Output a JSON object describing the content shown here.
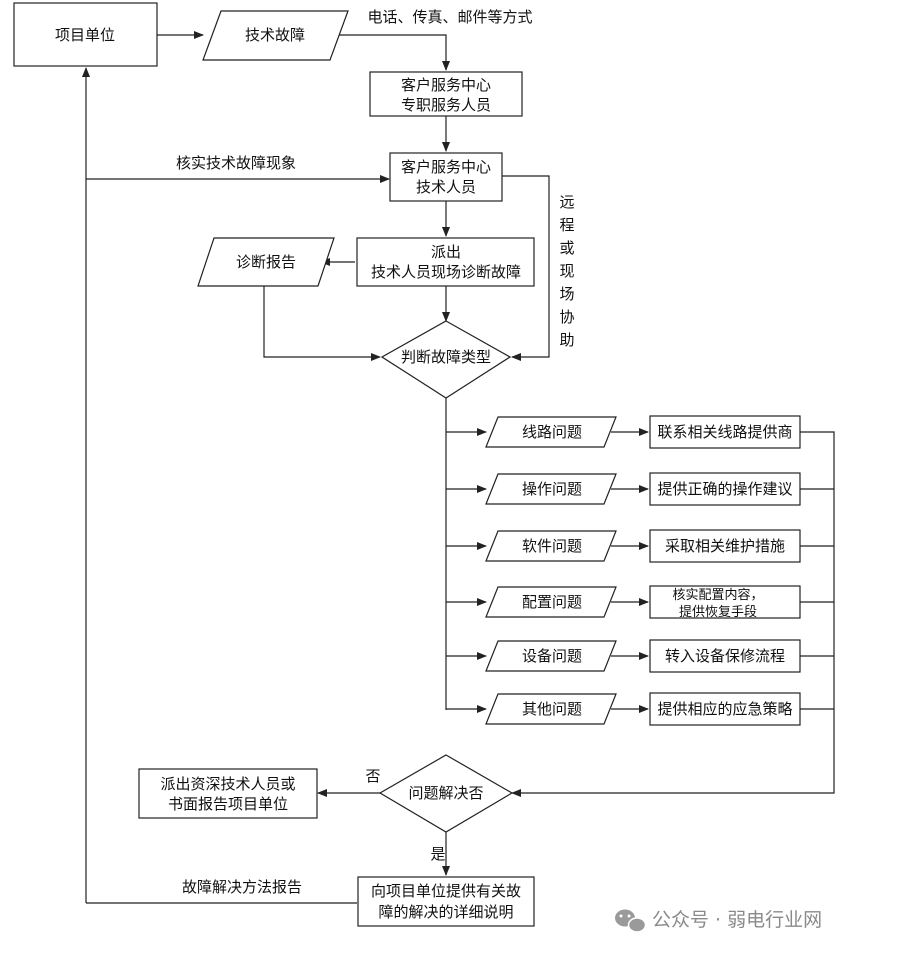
{
  "nodes": {
    "project_unit": "项目单位",
    "tech_fault": "技术故障",
    "service_staff_1": "客户服务中心",
    "service_staff_2": "专职服务人员",
    "service_tech_1": "客户服务中心",
    "service_tech_2": "技术人员",
    "dispatch_1": "派出",
    "dispatch_2": "技术人员现场诊断故障",
    "diag_report": "诊断报告",
    "judge_type": "判断故障类型",
    "resolved": "问题解决否",
    "senior_1": "派出资深技术人员或",
    "senior_2": "书面报告项目单位",
    "explain_1": "向项目单位提供有关故",
    "explain_2": "障的解决的详细说明"
  },
  "labels": {
    "contact_methods": "电话、传真、邮件等方式",
    "verify_symptom": "核实技术故障现象",
    "remote": [
      "远",
      "程",
      "或",
      "现",
      "场",
      "协",
      "助"
    ],
    "no": "否",
    "yes": "是",
    "solution_report": "故障解决方法报告"
  },
  "problems": [
    {
      "type": "线路问题",
      "action": [
        "联系相关线路提供商"
      ]
    },
    {
      "type": "操作问题",
      "action": [
        "提供正确的操作建议"
      ]
    },
    {
      "type": "软件问题",
      "action": [
        "采取相关维护措施"
      ]
    },
    {
      "type": "配置问题",
      "action": [
        "核实配置内容，",
        "提供恢复手段"
      ]
    },
    {
      "type": "设备问题",
      "action": [
        "转入设备保修流程"
      ]
    },
    {
      "type": "其他问题",
      "action": [
        "提供相应的应急策略"
      ]
    }
  ],
  "watermark": "公众号 · 弱电行业网",
  "watermark_icon": "wechat-icon"
}
